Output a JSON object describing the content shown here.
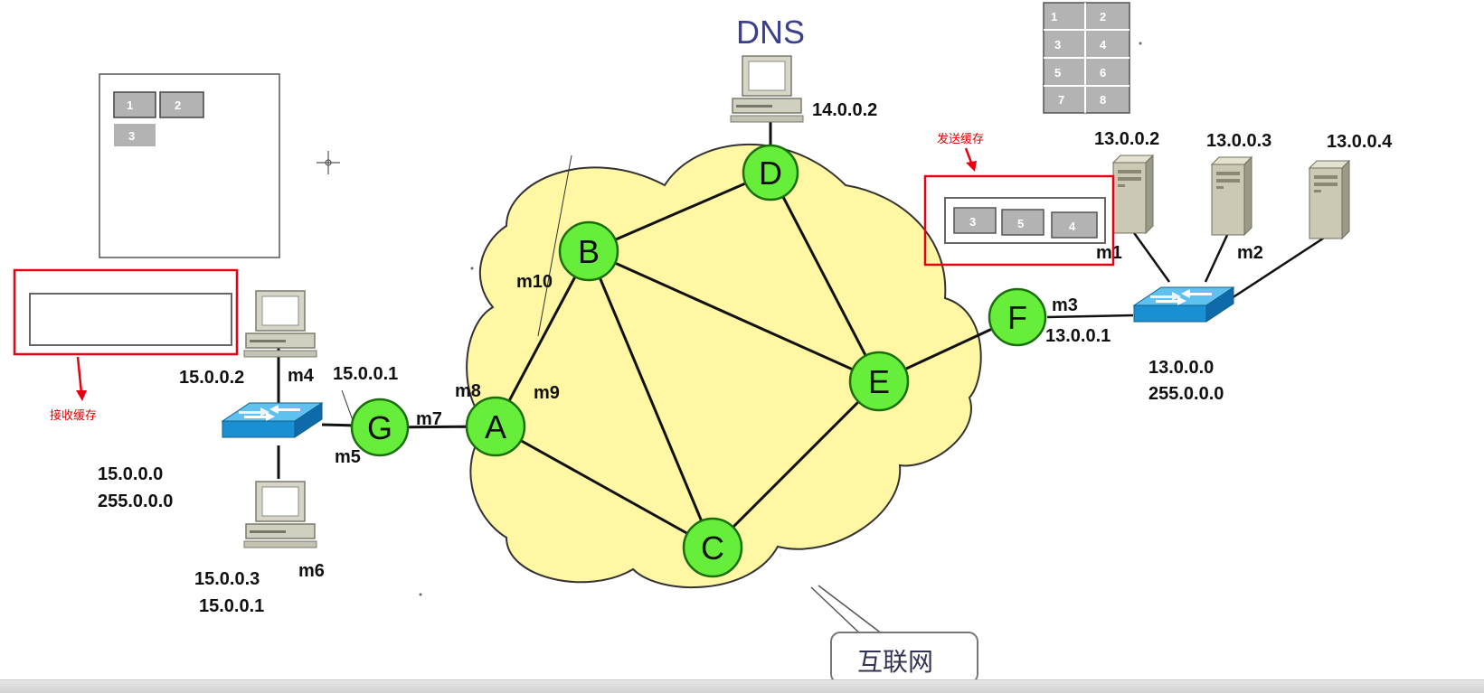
{
  "colors": {
    "cloud": "#fff7a3",
    "router_fill": "#66ee3a",
    "router_stroke": "#1b6e0c",
    "switch": "#1a8fd1",
    "highlight_red": "#e60012",
    "cell": "#b3b3b3"
  },
  "dns_label": "DNS",
  "dns_ip": "14.0.0.2",
  "routers": {
    "a": "A",
    "b": "B",
    "c": "C",
    "d": "D",
    "e": "E",
    "f": "F",
    "g": "G"
  },
  "ports": {
    "m1": "m1",
    "m2": "m2",
    "m3": "m3",
    "m4": "m4",
    "m5": "m5",
    "m6": "m6",
    "m7": "m7",
    "m8": "m8",
    "m9": "m9",
    "m10": "m10"
  },
  "left_network": {
    "host_top_ip": "15.0.0.2",
    "gateway_ip": "15.0.0.1",
    "host_bottom_ip": "15.0.0.3",
    "host_bottom_gateway": "15.0.0.1",
    "network": "15.0.0.0",
    "mask": "255.0.0.0"
  },
  "right_network": {
    "server_1_ip": "13.0.0.2",
    "server_2_ip": "13.0.0.3",
    "server_3_ip": "13.0.0.4",
    "gateway_ip": "13.0.0.1",
    "network": "13.0.0.0",
    "mask": "255.0.0.0"
  },
  "receive_buffer_note": "接收缓存",
  "send_buffer_note": "发送缓存",
  "send_buffer_cells": [
    "3",
    "5",
    "4"
  ],
  "receive_window_cells": [
    "1",
    "2",
    "3"
  ],
  "segment_grid_cells": [
    "1",
    "2",
    "3",
    "4",
    "5",
    "6",
    "7",
    "8"
  ],
  "internet_label": "互联网",
  "icons": {
    "host": "desktop-computer-icon",
    "server": "tower-server-icon",
    "switch": "network-switch-icon",
    "crosshair": "crosshair-cursor-icon"
  }
}
